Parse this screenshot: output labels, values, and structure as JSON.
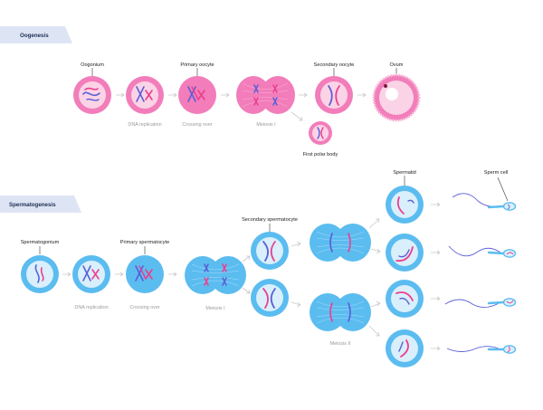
{
  "colors": {
    "chrom_pink": "#ec3f8f",
    "chrom_blue": "#5a5fd6",
    "pink_outer": "#f27dba",
    "pink_inner": "#fbd3e6",
    "blue_outer": "#5bbcf0",
    "blue_inner": "#d9effb",
    "header_band": "#dde5f5",
    "arrow": "#c9c9c9"
  },
  "oogenesis": {
    "header": "Oogenesis",
    "oogonium": "Oogonium",
    "primary_oocyte": "Primary oocyte",
    "secondary_oocyte": "Secondary oocyte",
    "ovum": "Ovum",
    "first_polar_body": "First polar body",
    "dna_replication": "DNA replication",
    "crossing_over": "Crossing over",
    "meiosis_i": "Meiosis I"
  },
  "spermatogenesis": {
    "header": "Spermatogenesis",
    "spermatogonium": "Spermatogonium",
    "primary_spermatocyte": "Primary spermatocyte",
    "secondary_spermatocyte": "Secondary spermatocyte",
    "spermatid": "Spermatid",
    "sperm_cell": "Sperm cell",
    "dna_replication": "DNA replication",
    "crossing_over": "Crossing over",
    "meiosis_i": "Meiosis I",
    "meiosis_ii": "Meiosis II"
  }
}
